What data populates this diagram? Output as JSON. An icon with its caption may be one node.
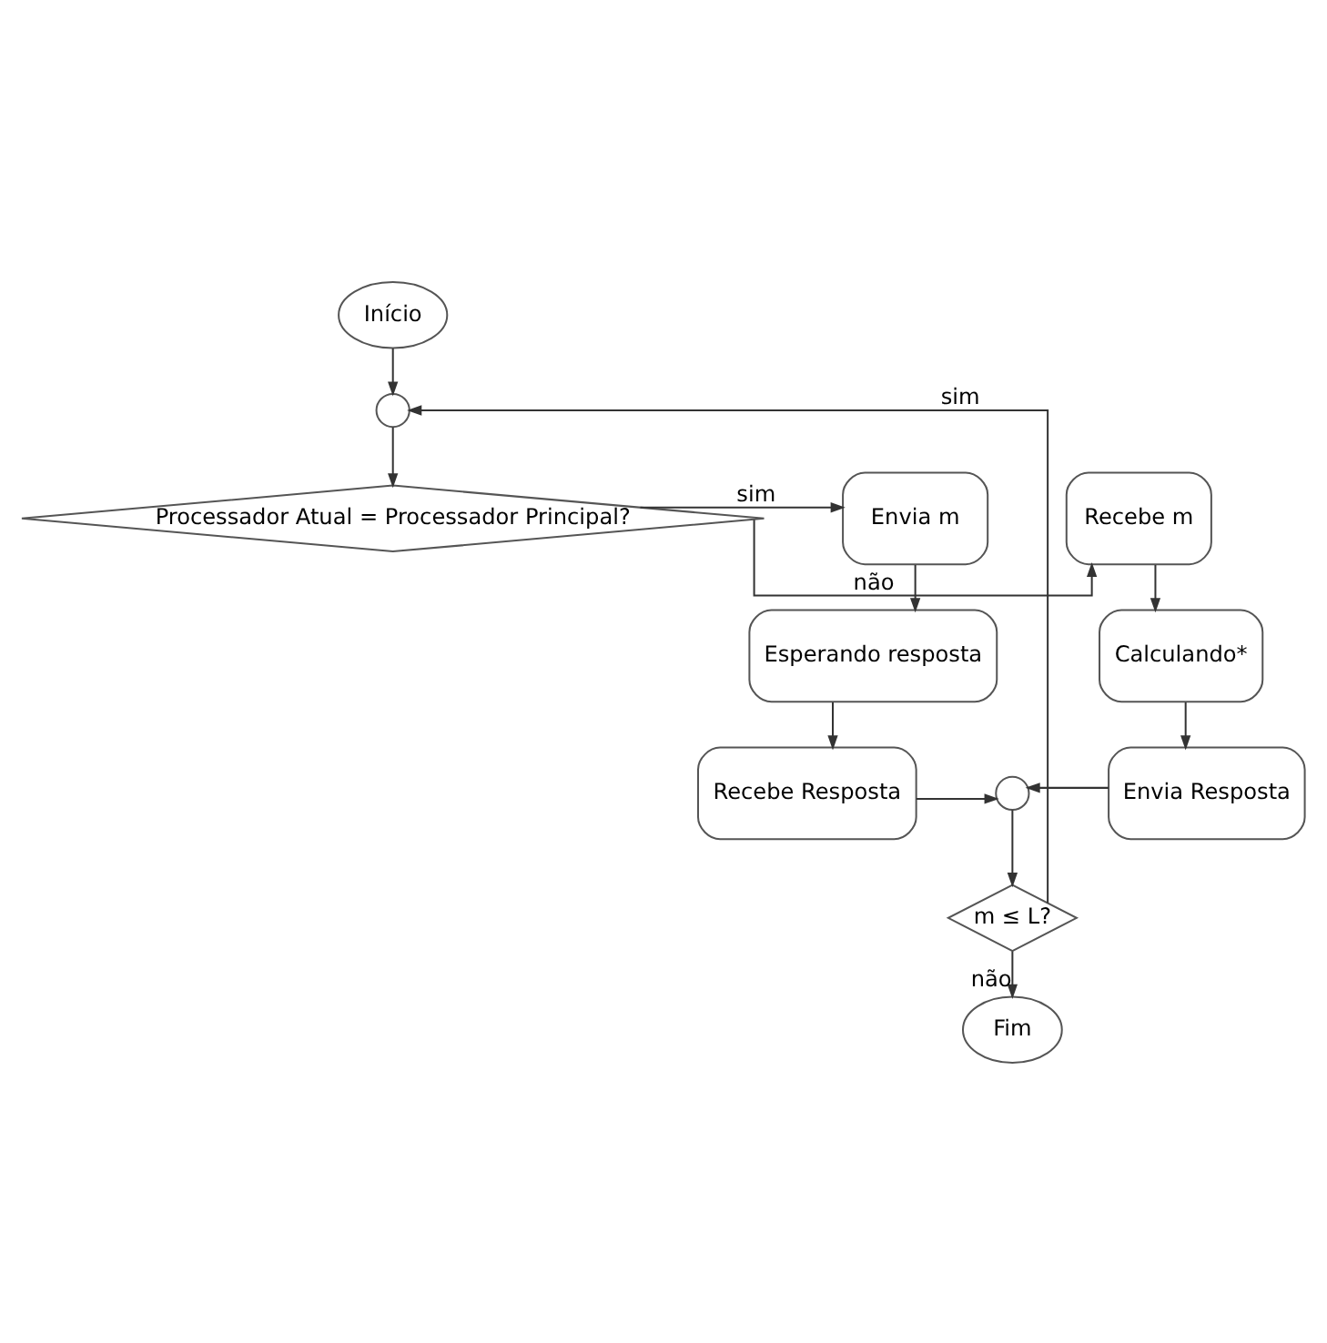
{
  "diagram": {
    "nodes": [
      {
        "text": [
          "Início"
        ]
      },
      {
        "text": [],
        "shape": "circle"
      },
      {
        "text": [
          "Processador Atual = Processador Principal?"
        ]
      },
      {
        "text": [
          "Envia m"
        ]
      },
      {
        "text": [
          "Esperando resposta"
        ]
      },
      {
        "text": [
          "Recebe Resposta"
        ]
      },
      {
        "text": [
          "Recebe m"
        ]
      },
      {
        "text": [
          "Calculando*"
        ]
      },
      {
        "text": [
          "Envia Resposta"
        ]
      },
      {
        "text": [],
        "shape": "circle"
      },
      {
        "text": [
          "m ≤ L?"
        ]
      },
      {
        "text": [
          "Fim"
        ]
      }
    ],
    "edges": [
      {
        "from": 0,
        "to": 1,
        "arrow": "to"
      },
      {
        "from": 1,
        "to": 2,
        "arrow": "to"
      },
      {
        "from": 2,
        "to": 3,
        "arrow": "to",
        "label": "sim"
      },
      {
        "from": 2,
        "to": 6,
        "arrow": "to",
        "label": "não"
      },
      {
        "from": 3,
        "to": 4,
        "arrow": "to"
      },
      {
        "from": 4,
        "to": 5,
        "arrow": "to"
      },
      {
        "from": 6,
        "to": 7,
        "arrow": "to"
      },
      {
        "from": 7,
        "to": 8,
        "arrow": "to"
      },
      {
        "from": 5,
        "to": 9,
        "arrow": "to"
      },
      {
        "from": 8,
        "to": 9,
        "arrow": "to"
      },
      {
        "from": 9,
        "to": 10,
        "arrow": "to"
      },
      {
        "from": 10,
        "to": 1,
        "arrow": "to",
        "label": "sim"
      },
      {
        "from": 10,
        "to": 11,
        "arrow": "to",
        "label": "não"
      }
    ]
  }
}
